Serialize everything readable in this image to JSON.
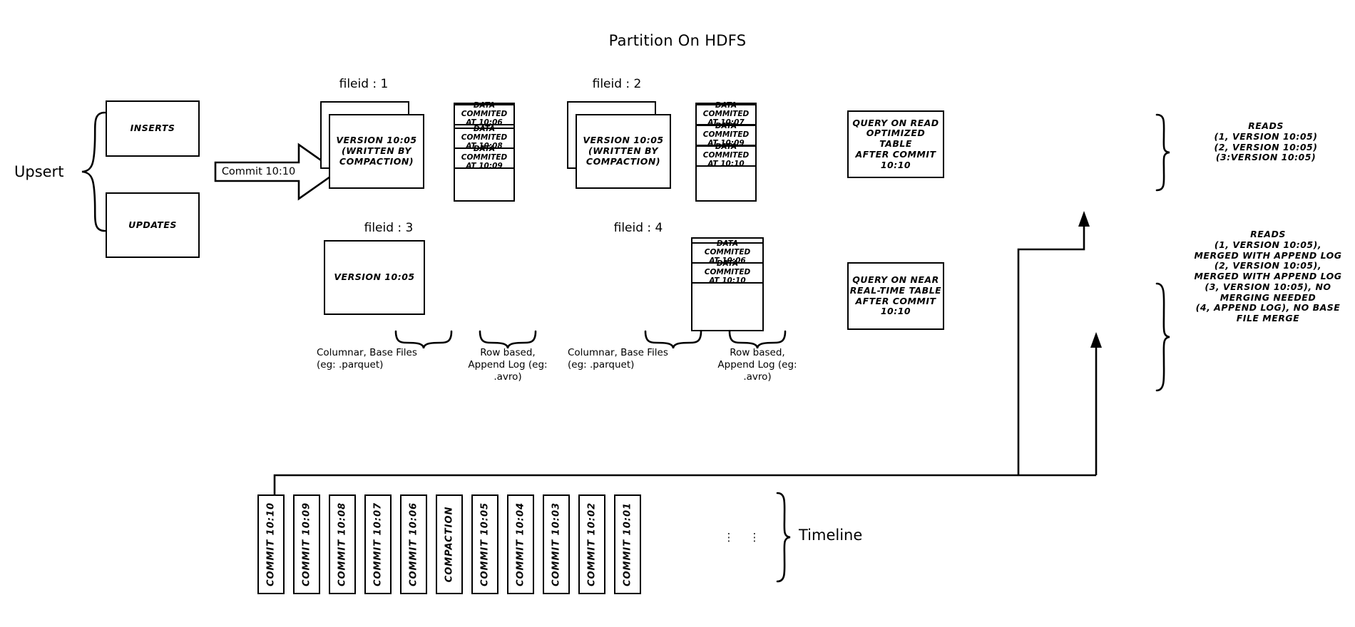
{
  "title": "Partition On HDFS",
  "left": {
    "upsert_label": "Upsert",
    "inserts_label": "INSERTS",
    "updates_label": "UPDATES",
    "commit_arrow_label": "Commit 10:10"
  },
  "filegroups": [
    {
      "fileid_label": "fileid : 1",
      "base_file_text": "VERSION 10:05\n(WRITTEN BY\nCOMPACTION)",
      "stacked": true,
      "log_entries": [
        "DATA COMMITED\nAT 10:06",
        "DATA COMMITED\nAT 10:08",
        "DATA COMMITED\nAT 10:09"
      ]
    },
    {
      "fileid_label": "fileid : 2",
      "base_file_text": "VERSION 10:05\n(WRITTEN BY\nCOMPACTION)",
      "stacked": true,
      "log_entries": [
        "DATA COMMITED\nAT 10:07",
        "DATA COMMITED\nAT 10:09",
        "DATA COMMITED\nAT 10:10"
      ]
    },
    {
      "fileid_label": "fileid : 3",
      "base_file_text": "VERSION 10:05",
      "stacked": false,
      "log_entries": []
    },
    {
      "fileid_label": "fileid : 4",
      "base_file_text": "",
      "stacked": false,
      "log_entries": [
        "DATA COMMITED\nAT 10:06",
        "DATA COMMITED\nAT 10:10"
      ]
    }
  ],
  "brace_captions": {
    "columnar": "Columnar, Base Files\n(eg: .parquet)",
    "rowlog": "Row based,\nAppend Log  (eg:\n.avro)"
  },
  "queries": [
    {
      "box_text": "QUERY ON READ\nOPTIMIZED TABLE\nAFTER COMMIT\n10:10",
      "reads_text": "READS\n(1, VERSION 10:05)\n(2, VERSION 10:05)\n(3:VERSION 10:05)"
    },
    {
      "box_text": "QUERY ON NEAR\nREAL-TIME TABLE\nAFTER COMMIT\n10:10",
      "reads_text": "READS\n(1, VERSION 10:05),\nMERGED WITH APPEND LOG\n(2, VERSION 10:05),\nMERGED WITH APPEND LOG\n(3, VERSION 10:05), NO\nMERGING NEEDED\n(4, APPEND LOG), NO BASE\nFILE MERGE"
    }
  ],
  "timeline": {
    "label": "Timeline",
    "items": [
      "COMMIT  10:10",
      "COMMIT  10:09",
      "COMMIT  10:08",
      "COMMIT  10:07",
      "COMMIT  10:06",
      "COMPACTION",
      "COMMIT  10:05",
      "COMMIT  10:04",
      "COMMIT  10:03",
      "COMMIT  10:02",
      "COMMIT  10:01"
    ],
    "ellipsis": "⋮"
  },
  "colors": {
    "stroke": "#000000",
    "background": "#ffffff"
  }
}
